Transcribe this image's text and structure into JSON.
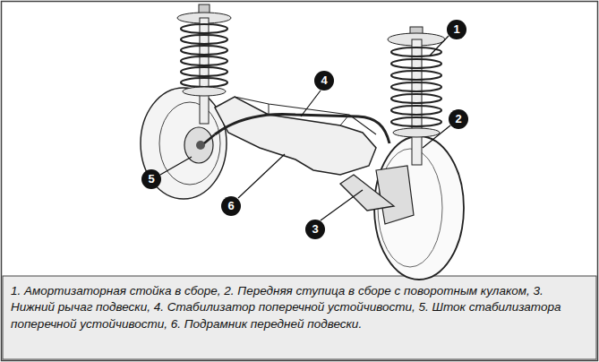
{
  "diagram": {
    "caption": "1. Амортизаторная стойка в сборе, 2. Передняя ступица в сборе с поворотным кулаком, 3. Нижний рычаг подвески, 4. Стабилизатор поперечной устойчивости, 5. Шток стабилизатора поперечной устойчивости, 6. Подрамник передней подвески.",
    "labels": [
      "1",
      "2",
      "3",
      "4",
      "5",
      "6"
    ]
  }
}
